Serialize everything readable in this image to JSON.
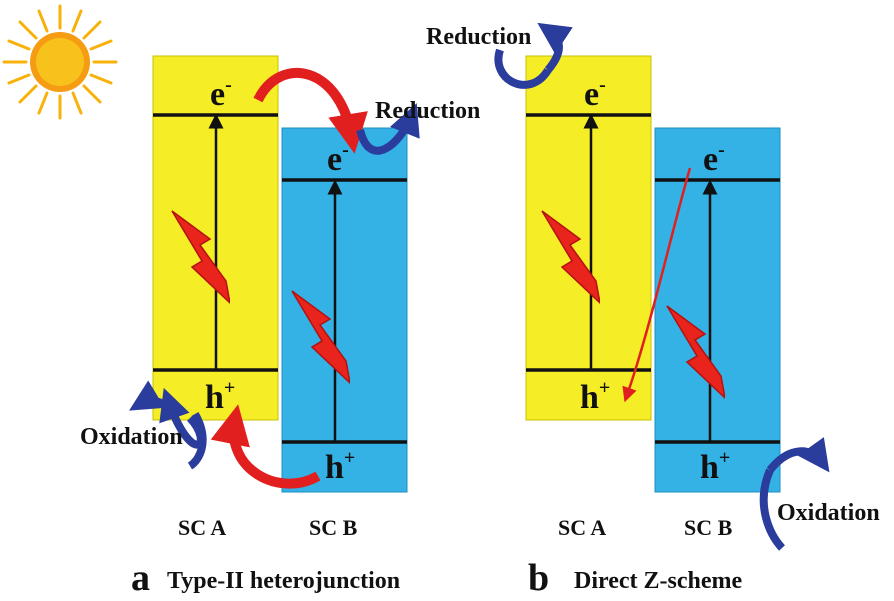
{
  "colors": {
    "sc_a": "#f5ee26",
    "sc_b": "#34b2e6",
    "band_line": "#111111",
    "transfer_arrow": "#e21f1f",
    "process_arrow": "#2a3c9c",
    "sun": "#f7a91a"
  },
  "icons": [
    "sun-icon",
    "lightning-icon"
  ],
  "panel_a": {
    "electron_a": "e",
    "electron_b": "e",
    "electron_sup": "-",
    "hole_a": "h",
    "hole_b": "h",
    "hole_sup": "+",
    "reduction": "Reduction",
    "oxidation": "Oxidation",
    "sc_a": "SC A",
    "sc_b": "SC B",
    "letter": "a",
    "title": "Type-II heterojunction"
  },
  "panel_b": {
    "electron_a": "e",
    "electron_b": "e",
    "electron_sup": "-",
    "hole_a": "h",
    "hole_b": "h",
    "hole_sup": "+",
    "reduction": "Reduction",
    "oxidation": "Oxidation",
    "sc_a": "SC A",
    "sc_b": "SC B",
    "letter": "b",
    "title": "Direct Z-scheme"
  }
}
